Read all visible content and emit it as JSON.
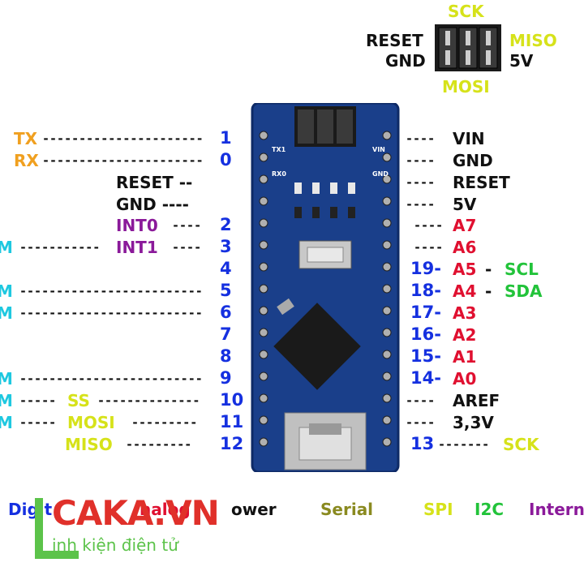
{
  "icsp": {
    "sck": "SCK",
    "reset": "RESET",
    "gnd": "GND",
    "miso": "MISO",
    "v5": "5V",
    "mosi": "MOSI"
  },
  "left": {
    "tx": "TX",
    "rx": "RX",
    "reset": "RESET --",
    "gnd": "GND ----",
    "int0": "INT0",
    "int1": "INT1",
    "ss": "SS",
    "mosi": "MOSI",
    "miso": "MISO",
    "pwm_fragment": "M"
  },
  "left_pins": [
    "1",
    "0",
    "2",
    "3",
    "4",
    "5",
    "6",
    "7",
    "8",
    "9",
    "10",
    "11",
    "12"
  ],
  "right": {
    "vin": "VIN",
    "gnd": "GND",
    "reset": "RESET",
    "v5": "5V",
    "a7": "A7",
    "a6": "A6",
    "a5": "A5",
    "a4": "A4",
    "a3": "A3",
    "a2": "A2",
    "a1": "A1",
    "a0": "A0",
    "aref": "AREF",
    "v33": "3,3V",
    "scl": "SCL",
    "sda": "SDA",
    "sck": "SCK"
  },
  "right_pins": [
    "19-",
    "18-",
    "17-",
    "16-",
    "15-",
    "14-",
    "13"
  ],
  "legend": {
    "digital": "Digit",
    "analog": "nalog",
    "power": "ower",
    "serial": "Serial",
    "spi": "SPI",
    "i2c": "I2C",
    "interrupt": "Intern"
  },
  "logo": {
    "brand": "CAKA.VN",
    "tagline": "inh kiện điện tử"
  },
  "colors": {
    "board": "#1a3f8a",
    "orange": "#f0a020",
    "purple": "#8b1a9a",
    "red": "#e01030",
    "green": "#22c33a",
    "yellow": "#d6e21a",
    "blue": "#1530e0",
    "logo_green": "#5cc34a",
    "logo_red": "#e0302a"
  }
}
